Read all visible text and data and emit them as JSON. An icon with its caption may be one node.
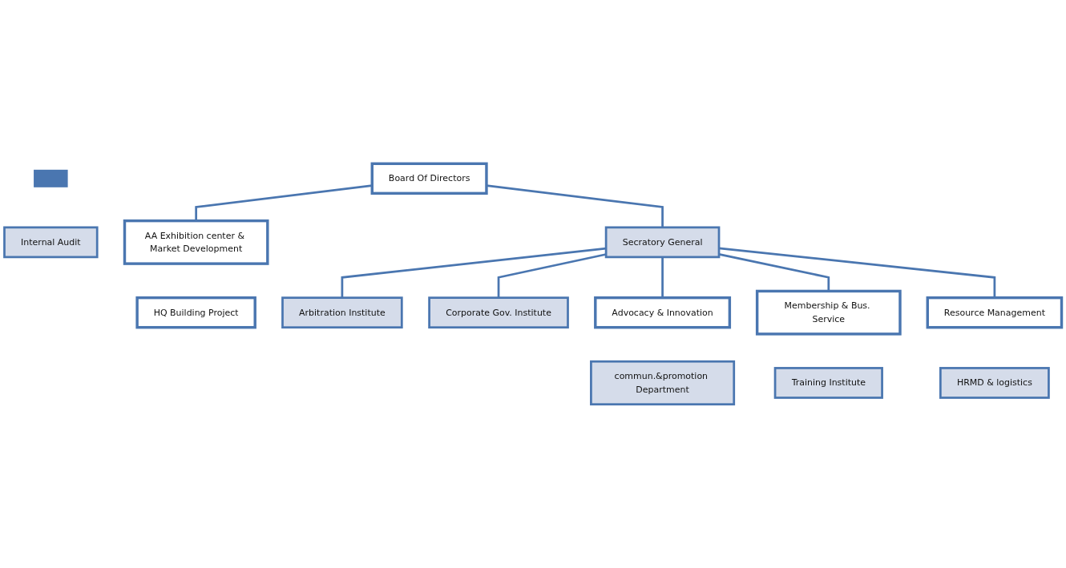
{
  "diagram": {
    "nodes": [
      {
        "text": [
          "Board Of Directors"
        ]
      },
      {
        "text": [],
        "shape": "bar"
      },
      {
        "text": [
          "Internal Audit"
        ]
      },
      {
        "text": [
          "AA Exhibition center & Market Development"
        ]
      },
      {
        "text": [
          "Secratory General"
        ]
      },
      {
        "text": [
          "HQ Building Project"
        ]
      },
      {
        "text": [
          "Arbitration Institute"
        ]
      },
      {
        "text": [
          "Corporate Gov. Institute"
        ]
      },
      {
        "text": [
          "Advocacy & Innovation"
        ]
      },
      {
        "text": [
          "Membership & Bus. Service"
        ]
      },
      {
        "text": [
          "Resource Management"
        ]
      },
      {
        "text": [
          "commun.&promotion Department"
        ]
      },
      {
        "text": [
          "Training Institute"
        ]
      },
      {
        "text": [
          "HRMD & logistics"
        ]
      }
    ],
    "edges": [
      {
        "from": 0,
        "to": 3,
        "arrow": "none"
      },
      {
        "from": 0,
        "to": 4,
        "arrow": "none"
      },
      {
        "from": 4,
        "to": 6,
        "arrow": "none"
      },
      {
        "from": 4,
        "to": 7,
        "arrow": "none"
      },
      {
        "from": 4,
        "to": 8,
        "arrow": "none"
      },
      {
        "from": 4,
        "to": 9,
        "arrow": "none"
      },
      {
        "from": 4,
        "to": 10,
        "arrow": "none"
      }
    ]
  }
}
